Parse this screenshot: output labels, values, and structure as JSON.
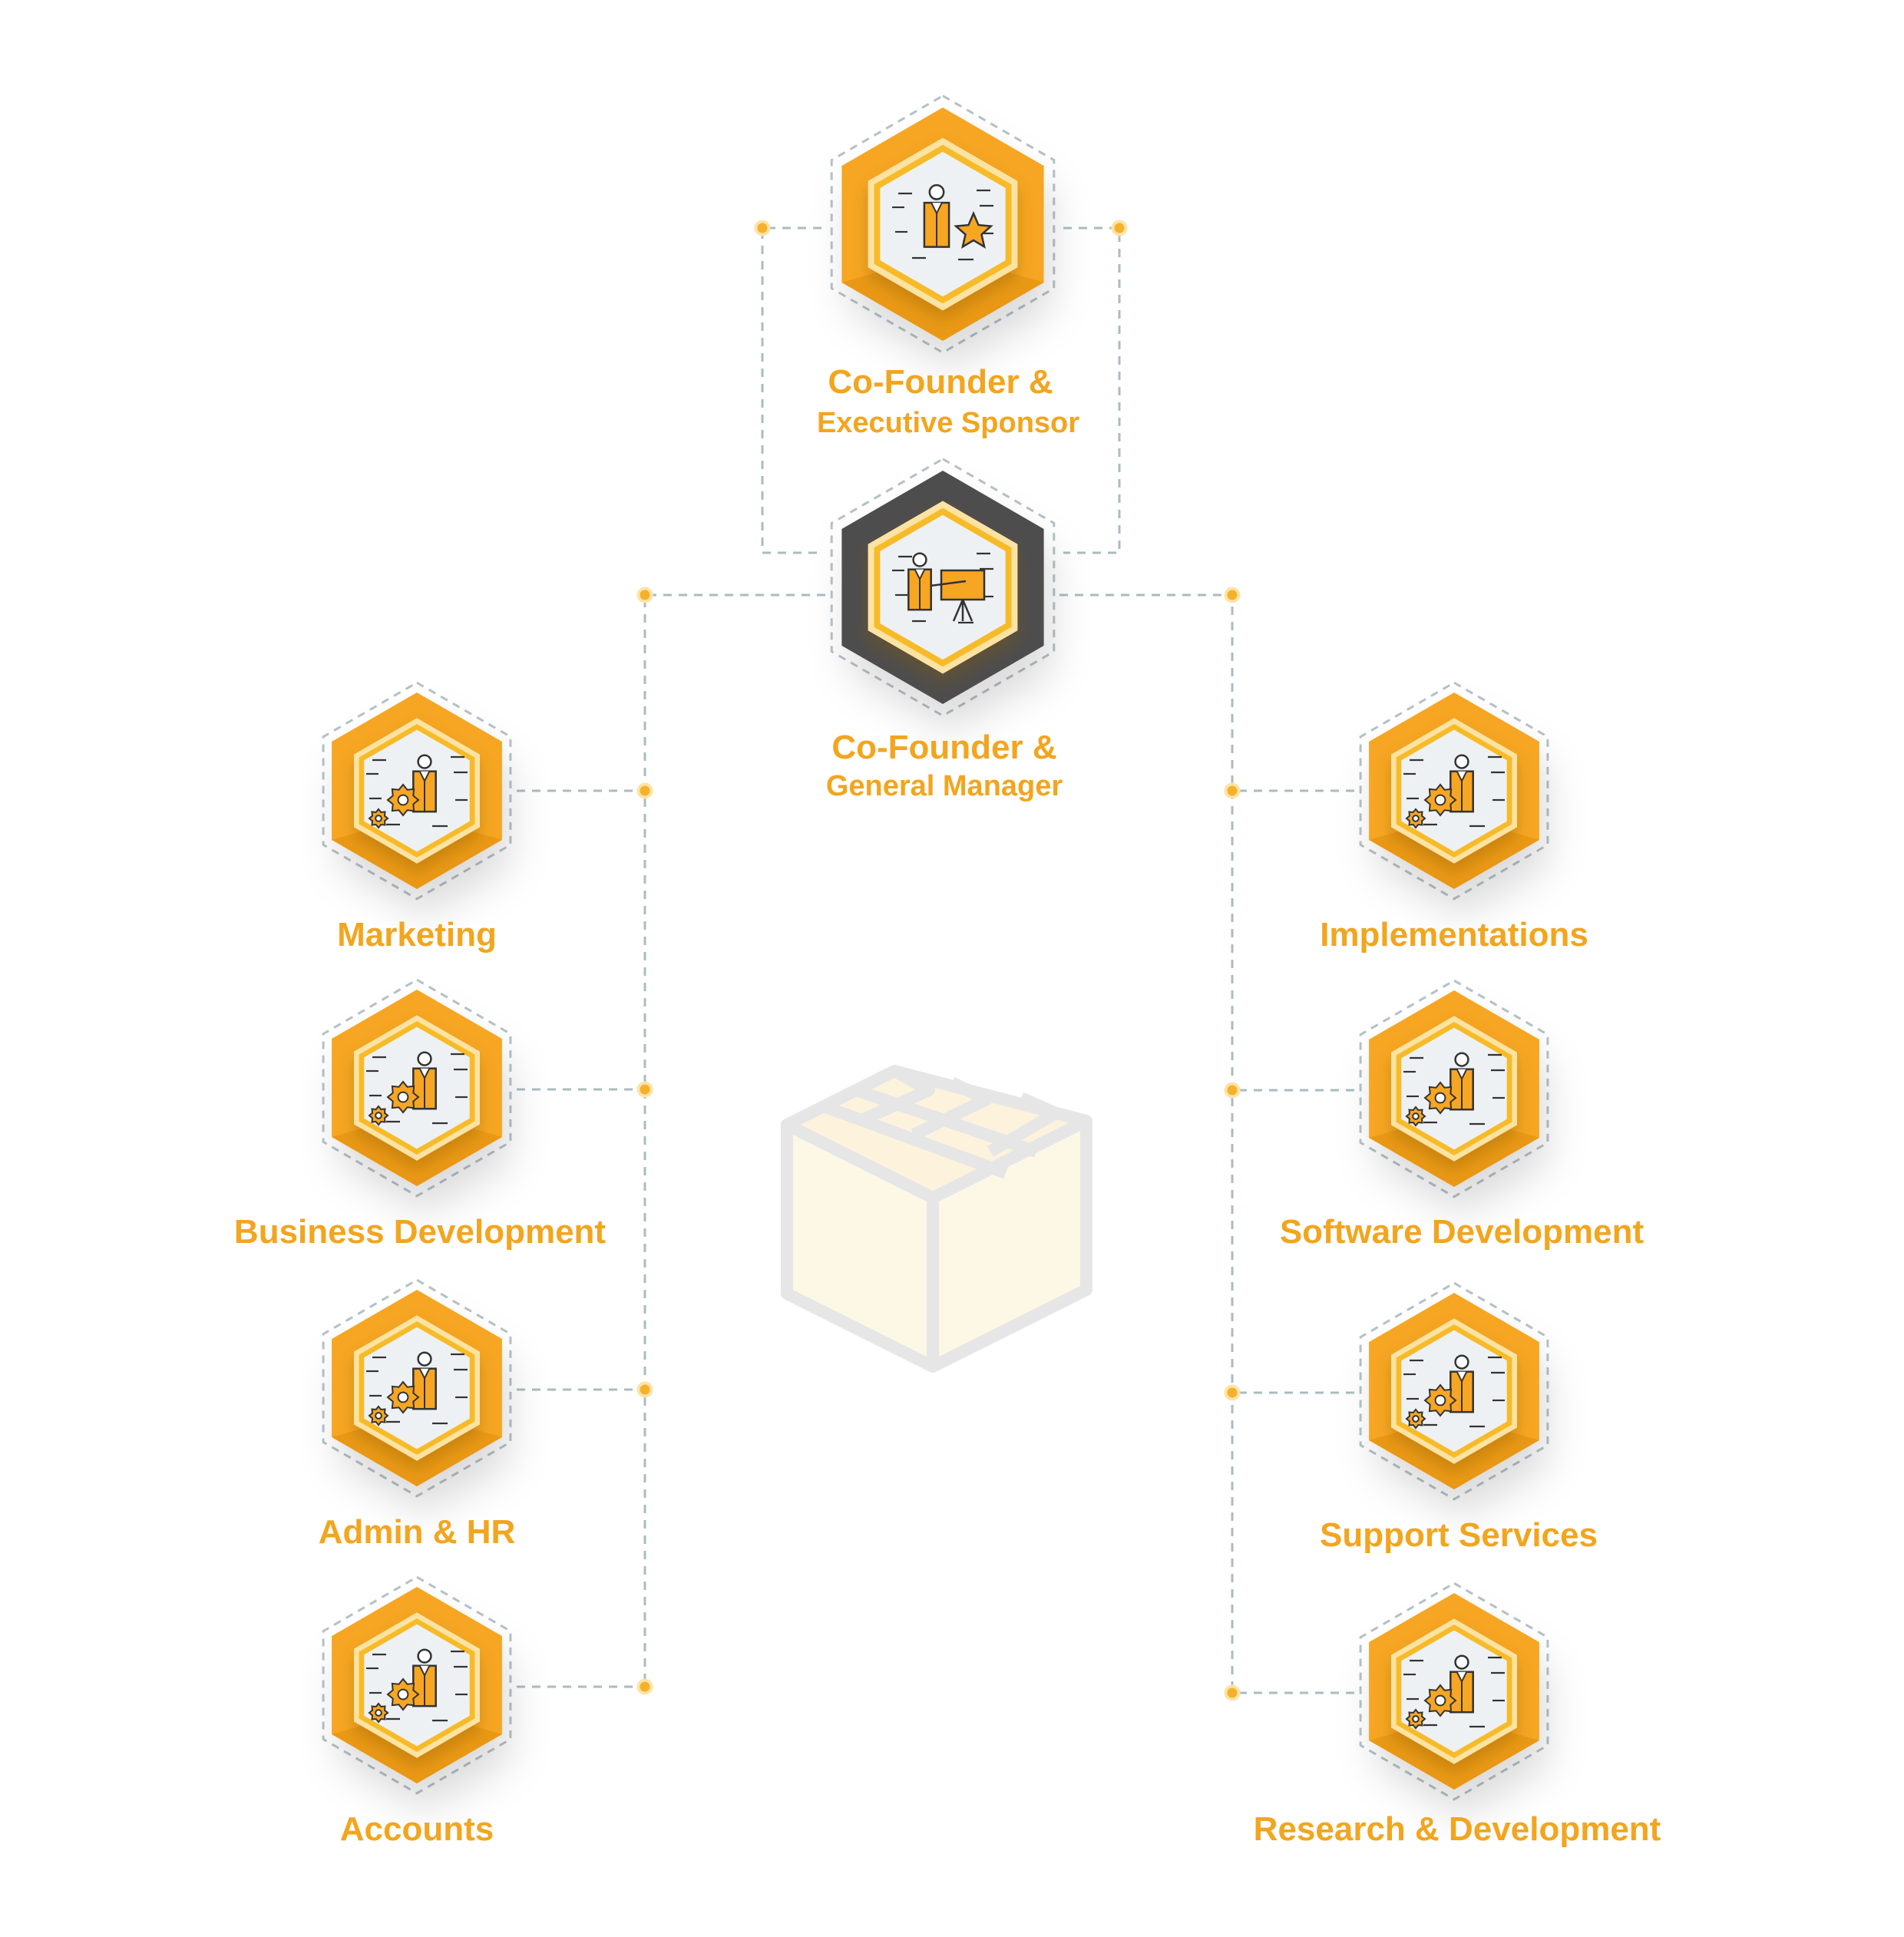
{
  "colors": {
    "accent": "#f6a623",
    "accent_dark": "#e08e0b",
    "dark_hex": "#4d4d4d",
    "inner_fill": "#eef1f4",
    "connector": "#aabcc1",
    "dot": "#f6b12c",
    "box_fill": "#fdf7e6",
    "box_stroke": "#e6e6e6"
  },
  "top": {
    "name": "co-founder-executive-sponsor",
    "line1": "Co-Founder &",
    "line2": "Executive Sponsor",
    "icon": "person-star-icon",
    "style": "orange"
  },
  "manager": {
    "name": "co-founder-general-manager",
    "line1": "Co-Founder &",
    "line2": "General Manager",
    "icon": "person-presentation-icon",
    "style": "dark"
  },
  "left_departments": [
    {
      "name": "marketing",
      "label": "Marketing",
      "icon": "person-gears-icon"
    },
    {
      "name": "business-development",
      "label": "Business Development",
      "icon": "person-gears-icon"
    },
    {
      "name": "admin-hr",
      "label": "Admin & HR",
      "icon": "person-gears-icon"
    },
    {
      "name": "accounts",
      "label": "Accounts",
      "icon": "person-gears-icon"
    }
  ],
  "right_departments": [
    {
      "name": "implementations",
      "label": "Implementations",
      "icon": "person-gears-icon"
    },
    {
      "name": "software-development",
      "label": "Software Development",
      "icon": "person-gears-icon"
    },
    {
      "name": "support-services",
      "label": "Support Services",
      "icon": "person-gears-icon"
    },
    {
      "name": "research-development",
      "label": "Research & Development",
      "icon": "person-gears-icon"
    }
  ],
  "center_graphic": {
    "icon": "package-box-icon"
  }
}
